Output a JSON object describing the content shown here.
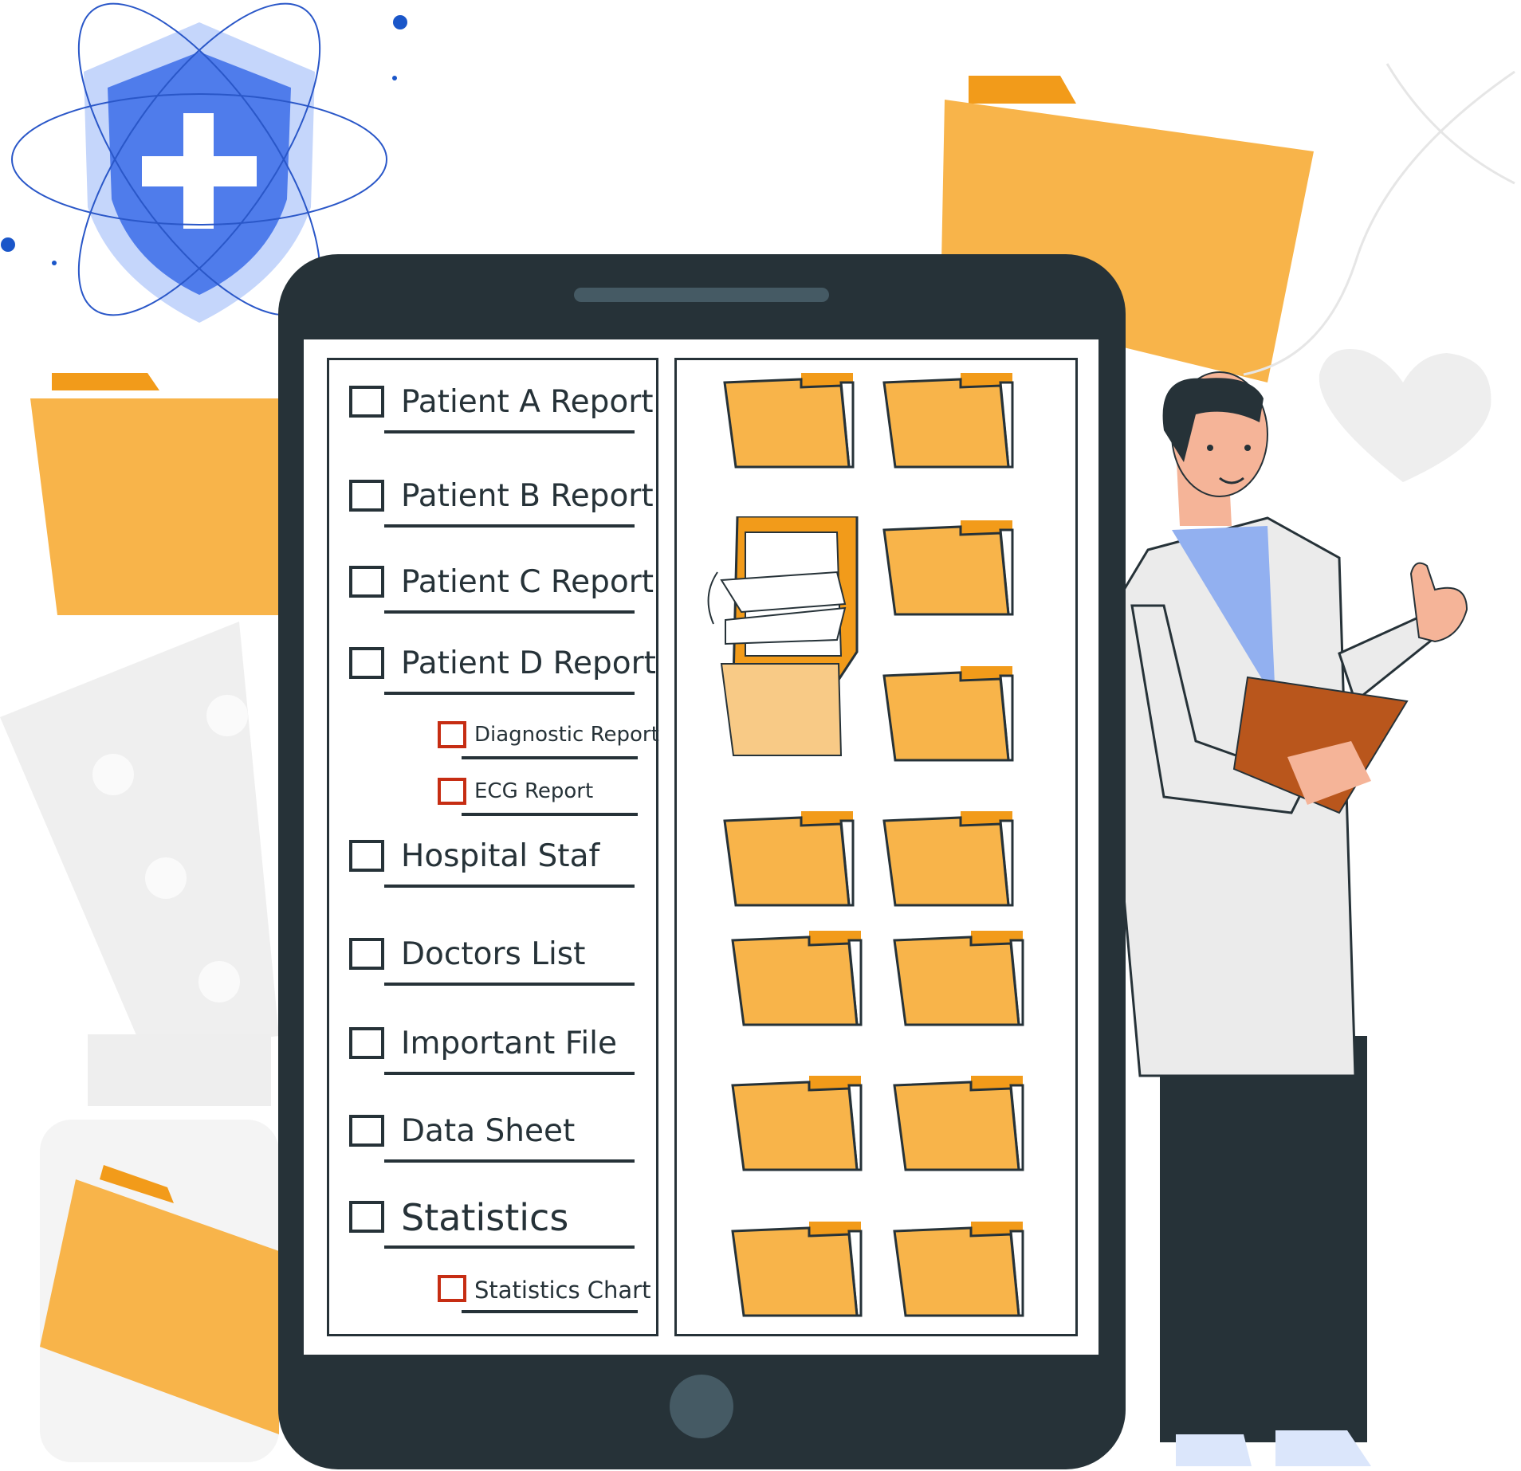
{
  "checklist": {
    "items": [
      {
        "label": "Patient A Report",
        "checked": false
      },
      {
        "label": "Patient B Report",
        "checked": false
      },
      {
        "label": "Patient C Report",
        "checked": false
      },
      {
        "label": "Patient D Report",
        "checked": false
      },
      {
        "label": "Diagnostic Report",
        "checked": false,
        "sub": true
      },
      {
        "label": "ECG Report",
        "checked": false,
        "sub": true
      },
      {
        "label": "Hospital Staf",
        "checked": false
      },
      {
        "label": "Doctors List",
        "checked": false
      },
      {
        "label": "Important File",
        "checked": false
      },
      {
        "label": "Data Sheet",
        "checked": false
      },
      {
        "label": "Statistics",
        "checked": false
      },
      {
        "label": "Statistics Chart",
        "checked": false,
        "sub": true
      }
    ]
  },
  "colors": {
    "tablet": "#263238",
    "folder_front": "#F8B44A",
    "folder_back": "#F29B1A",
    "shield": "#4F7CEB",
    "sub_checkbox": "#C62D13"
  }
}
